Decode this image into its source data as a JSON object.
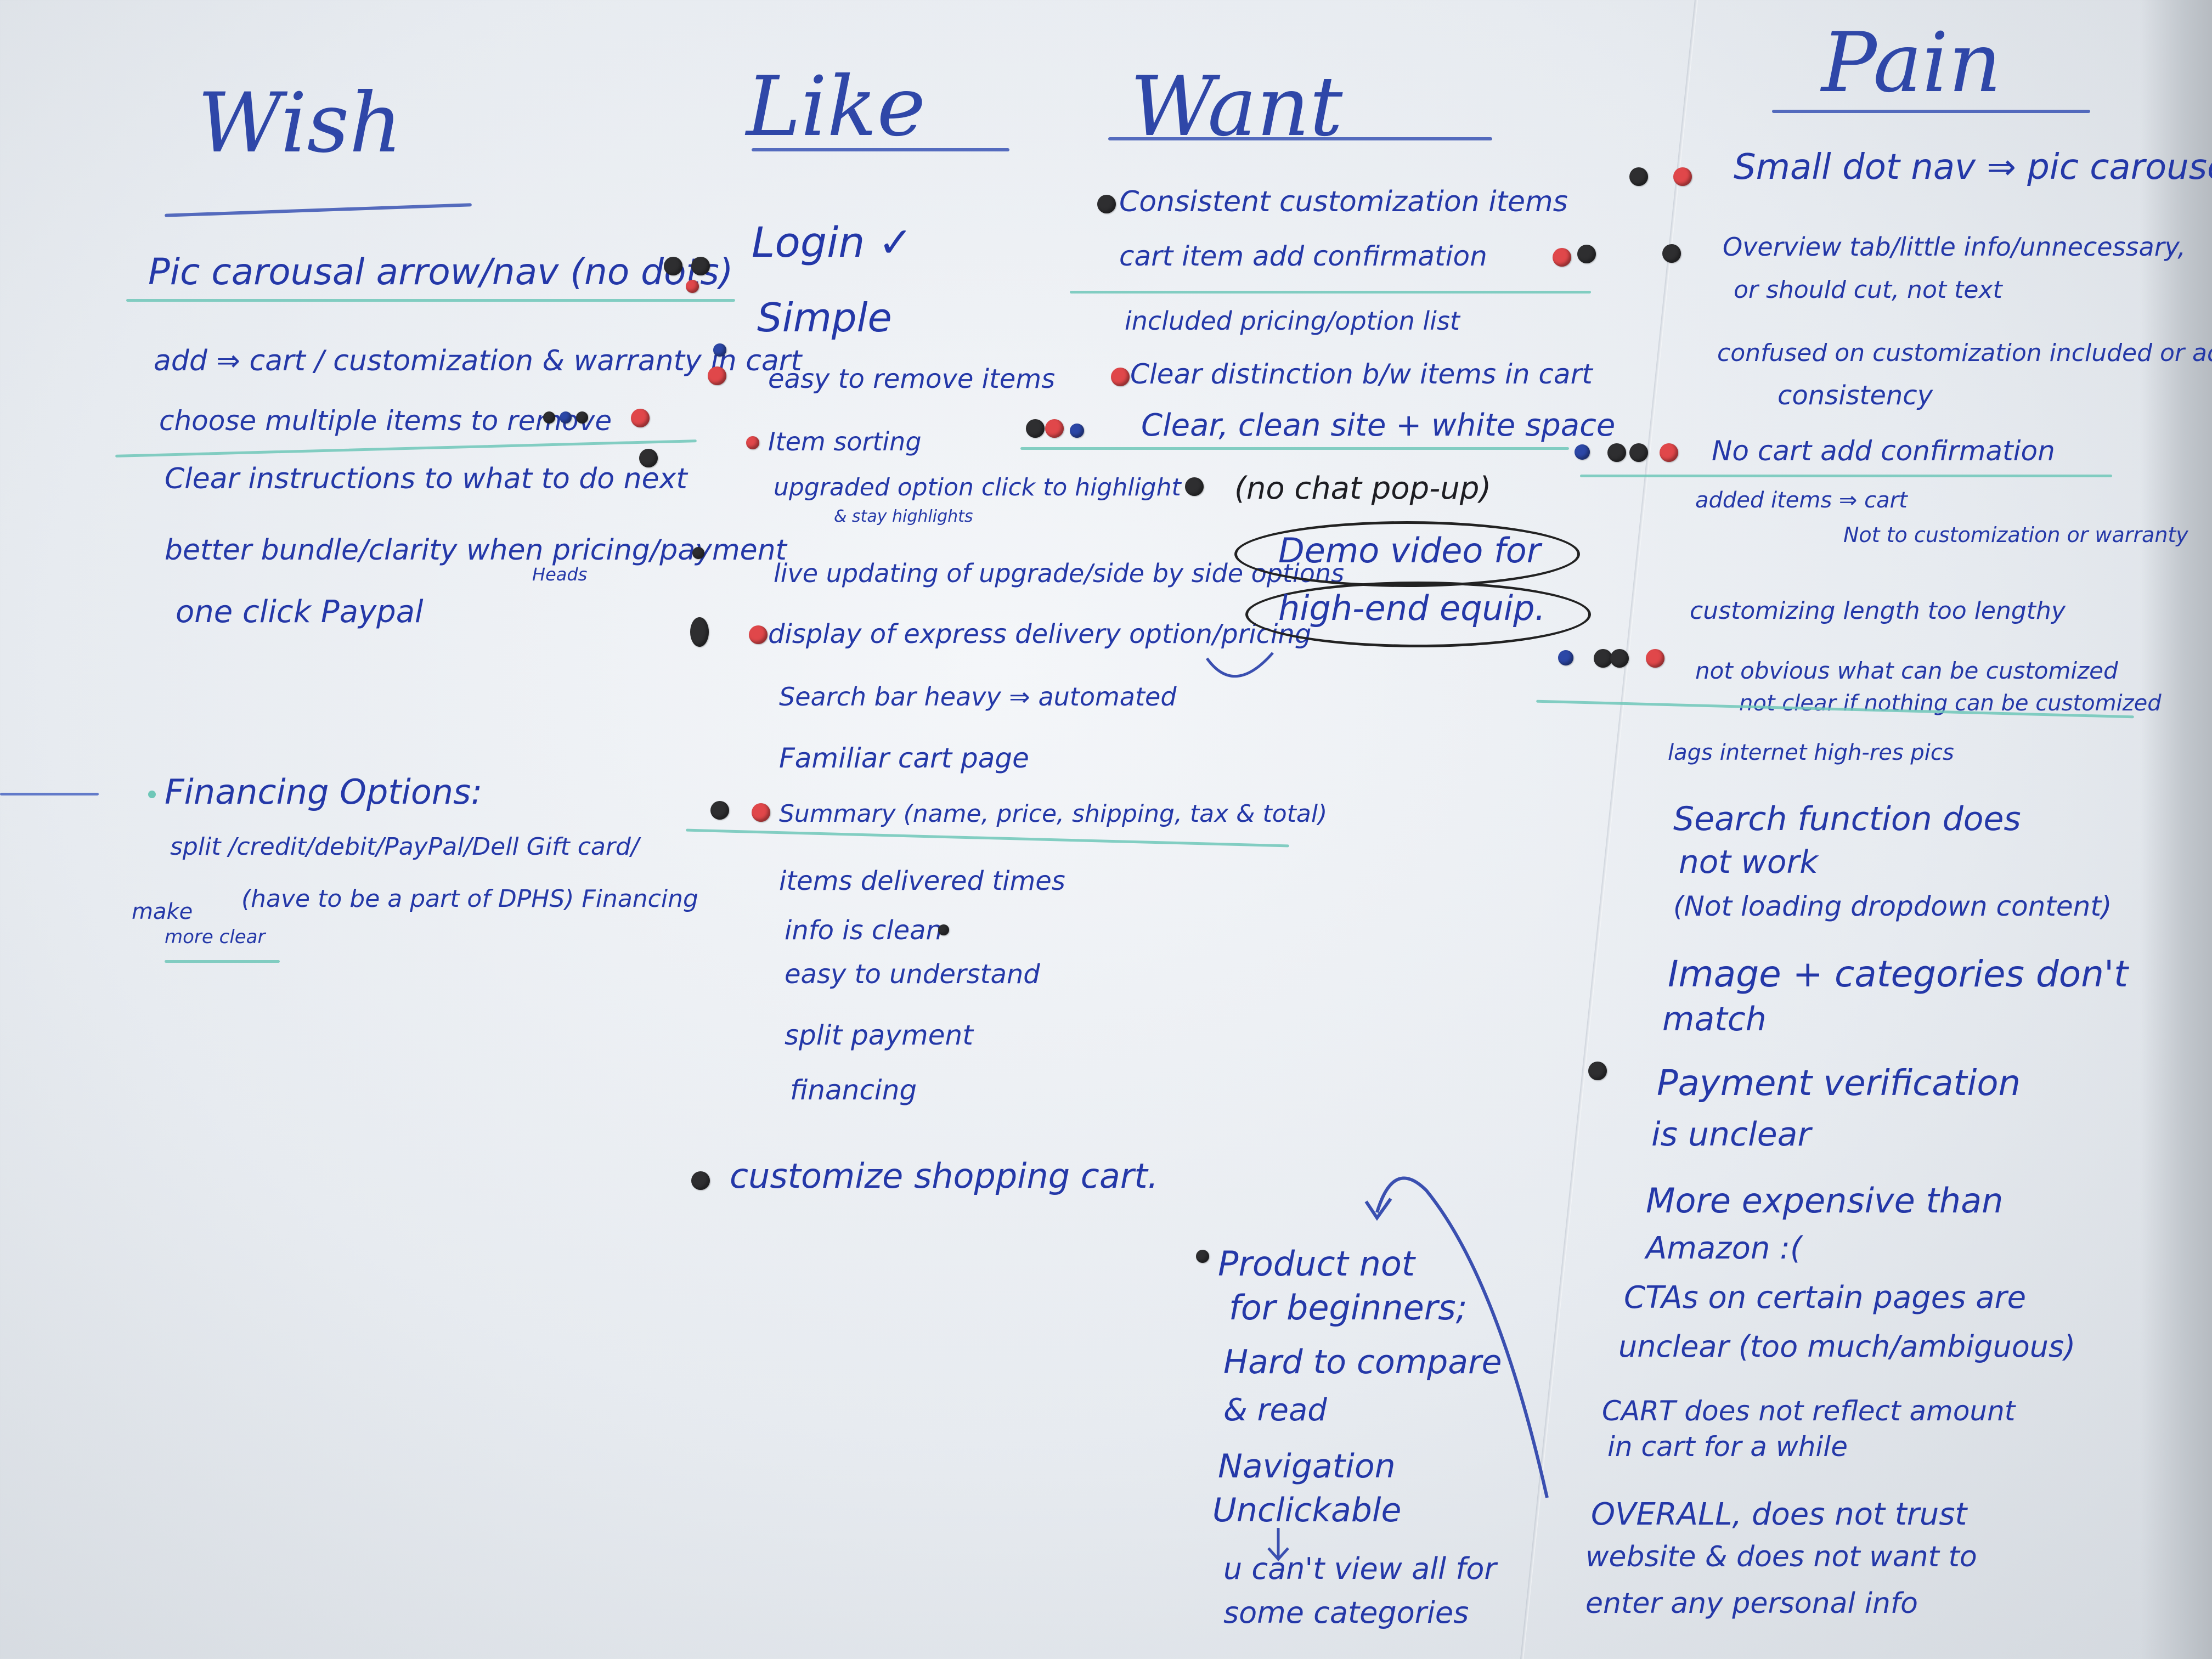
{
  "board": {
    "columns": [
      {
        "key": "wish",
        "header": "Wish",
        "items": [
          "Pic carousal arrow/nav (no dots)",
          "add ⇒ cart / customization & warranty in cart",
          "choose multiple items to remove",
          "Clear instructions to what to do next",
          "better bundle/clarity when pricing/payment",
          "Heads",
          "one click Paypal",
          "Financing Options:",
          "split /credit/debit/PayPal/Dell Gift card/",
          "(have to be a part of DPHS) Financing",
          "make",
          "more clear"
        ]
      },
      {
        "key": "like",
        "header": "Like",
        "items": [
          "Login ✓",
          "Simple",
          "easy to remove items",
          "Item sorting",
          "upgraded option click to highlight",
          "& stay highlights",
          "live updating of upgrade/side by side options",
          "display of express delivery option/pricing",
          "Search bar heavy ⇒ automated",
          "Familiar cart page",
          "Summary (name, price, shipping, tax & total)",
          "items delivered times",
          "info is clean",
          "easy to understand",
          "split payment",
          "financing",
          "customize shopping cart."
        ]
      },
      {
        "key": "want",
        "header": "Want",
        "items": [
          "Consistent customization items",
          "cart item add confirmation",
          "included pricing/option list",
          "Clear distinction b/w items in cart",
          "Clear, clean site + white space",
          "(no chat pop-up)",
          "Demo video for",
          "high-end equip."
        ]
      },
      {
        "key": "pain",
        "header": "Pain",
        "items": [
          "Small dot nav ⇒ pic carousel",
          "Overview tab/little info/unnecessary,",
          "or should cut, not text",
          "confused on customization included or added",
          "consistency",
          "No cart add confirmation",
          "added items ⇒ cart",
          "Not to customization or warranty",
          "customizing length too lengthy",
          "not obvious what can be customized",
          "not clear if nothing can be customized",
          "lags internet high-res pics",
          "Search function does",
          "not work",
          "(Not loading dropdown content)",
          "Image + categories don't",
          "match",
          "Payment verification",
          "is unclear",
          "More expensive than",
          "Amazon :(",
          "CTAs on certain pages are",
          "unclear (too much/ambiguous)",
          "CART does not reflect amount",
          "in cart for a while",
          "OVERALL, does not trust",
          "website & does not want to",
          "enter any personal info"
        ]
      }
    ],
    "bottom_notes": [
      "Product not",
      "for beginners;",
      "Hard to compare",
      "& read",
      "Navigation",
      "Unclickable",
      "u can't view all for",
      "some categories"
    ],
    "colors": {
      "marker_blue": "#2438a8",
      "teal": "#6ec7b8",
      "dot_black": "#2e2e30",
      "dot_red": "#e0474a",
      "dot_blue": "#2c47a6"
    }
  }
}
